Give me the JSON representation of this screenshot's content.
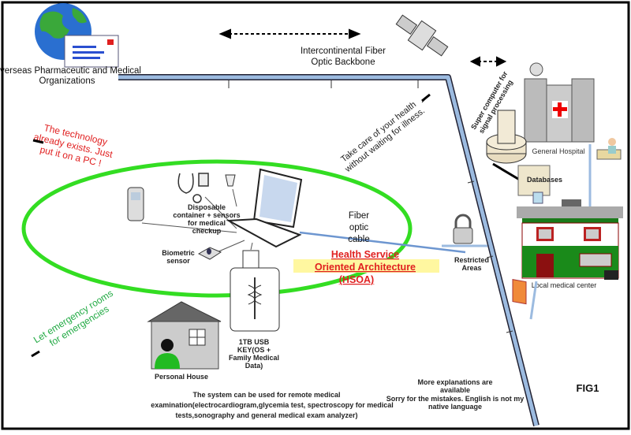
{
  "labels": {
    "overseas_line1": "Overseas Pharmaceutic and Medical",
    "overseas_line2": "Organizations",
    "backbone_line1": "Intercontinental Fiber",
    "backbone_line2": "Optic Backbone",
    "supercomputer_line1": "Super computer for",
    "supercomputer_line2": "signal processing",
    "general_hospital": "General Hospital",
    "databases": "Databases",
    "local_center": "Local medical center",
    "restricted_line1": "Restricted",
    "restricted_line2": "Areas",
    "technology_line1": "The technology",
    "technology_line2": "already exists. Just",
    "technology_line3": "put it on a PC !",
    "health_line1": "Take care of your health",
    "health_line2": "without waiting for illness.",
    "emergency_line1": "Let emergency rooms",
    "emergency_line2": "for emergencies",
    "disposable_line1": "Disposable",
    "disposable_line2": "container + sensors",
    "disposable_line3": "for medical",
    "disposable_line4": "checkup",
    "biometric_line1": "Biometric",
    "biometric_line2": "sensor",
    "fiber_line1": "Fiber",
    "fiber_line2": "optic",
    "fiber_line3": "cable",
    "hsoa_line1": "Health Service",
    "hsoa_line2": "Oriented Architecture",
    "hsoa_line3": "(HSOA)",
    "usb_line1": "1TB USB",
    "usb_line2": "KEY(OS +",
    "usb_line3": "Family Medical",
    "usb_line4": "Data)",
    "personal_house": "Personal House",
    "system_line1": "The system  can be used for remote medical",
    "system_line2": "examination(electrocardiogram,glycemia test, spectroscopy for medical",
    "system_line3": "tests,sonography and general medical exam analyzer)",
    "more_line1": "More explanations are",
    "more_line2": "available",
    "more_line3": "Sorry for the mistakes. English is not my",
    "more_line4": "native language",
    "fig": "FIG1"
  },
  "colors": {
    "ellipse": "#33dd22",
    "backbone": "#9cbbe0",
    "red_text": "#e02020",
    "green_text": "#22aa44",
    "hsoa_bg": "#fff7a0"
  }
}
